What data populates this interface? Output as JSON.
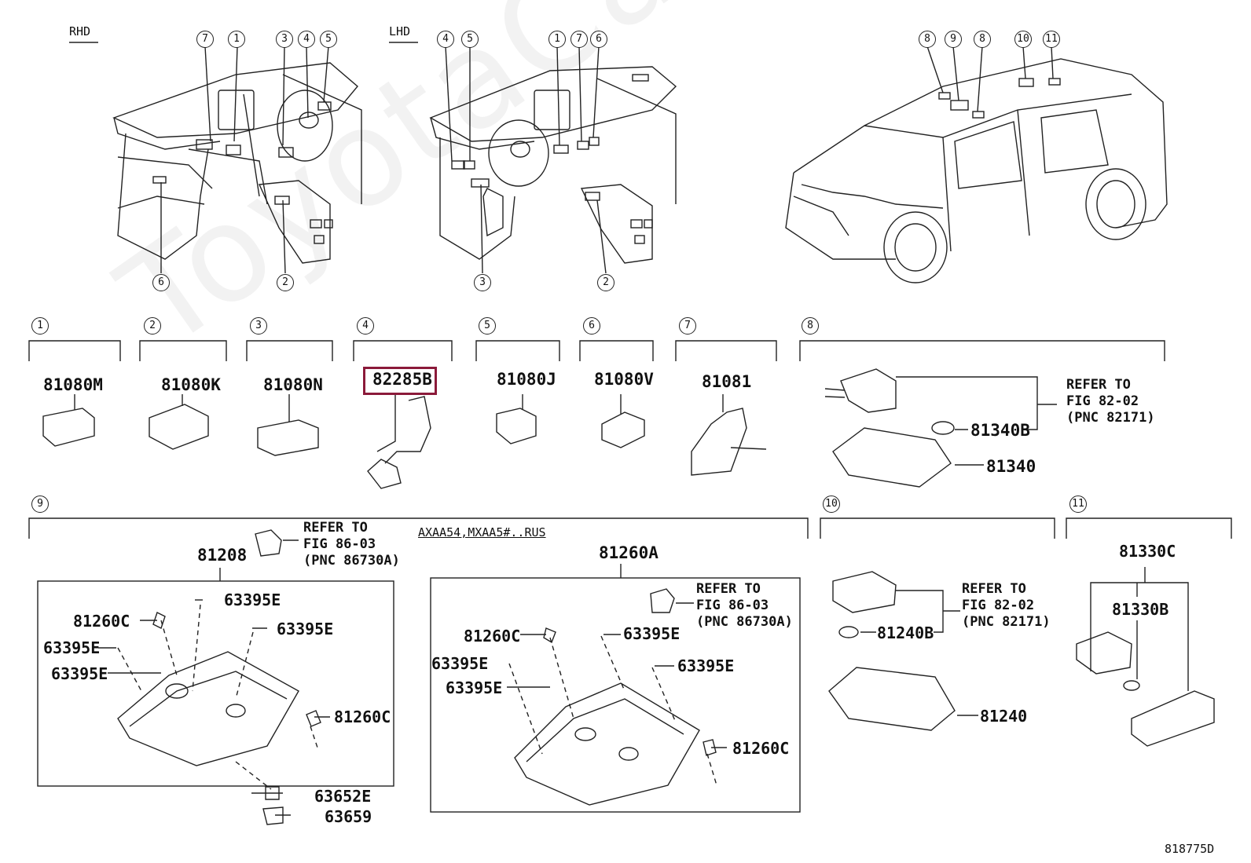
{
  "watermark": "ToyotaCarMike.ru",
  "diagram_id": "818775D",
  "regions": {
    "rhd": "RHD",
    "lhd": "LHD"
  },
  "group_numbers": [
    "1",
    "2",
    "3",
    "4",
    "5",
    "6",
    "7",
    "8",
    "9",
    "10",
    "11"
  ],
  "parts": {
    "g1": "81080M",
    "g2": "81080K",
    "g3": "81080N",
    "g4": "82285B",
    "g5": "81080J",
    "g6": "81080V",
    "g7": "81081",
    "g8_bulb": "81340B",
    "g8_lens": "81340",
    "g9_assy": "81208",
    "g9_note": "AXAA54,MXAA5#..RUS",
    "g9_alt": "81260A",
    "g9_bottom1": "63652E",
    "g9_bottom2": "63659",
    "g10_bulb": "81240B",
    "g10_assy": "81240",
    "g11_assy": "81330C",
    "g11_bulb": "81330B",
    "clip": "63395E",
    "bracket": "81260C"
  },
  "refs": {
    "r82_line1": "REFER TO",
    "r82_line2": "FIG 82-02",
    "r82_line3": "(PNC 82171)",
    "r86_line1": "REFER TO",
    "r86_line2": "FIG 86-03",
    "r86_line3": "(PNC 86730A)"
  }
}
